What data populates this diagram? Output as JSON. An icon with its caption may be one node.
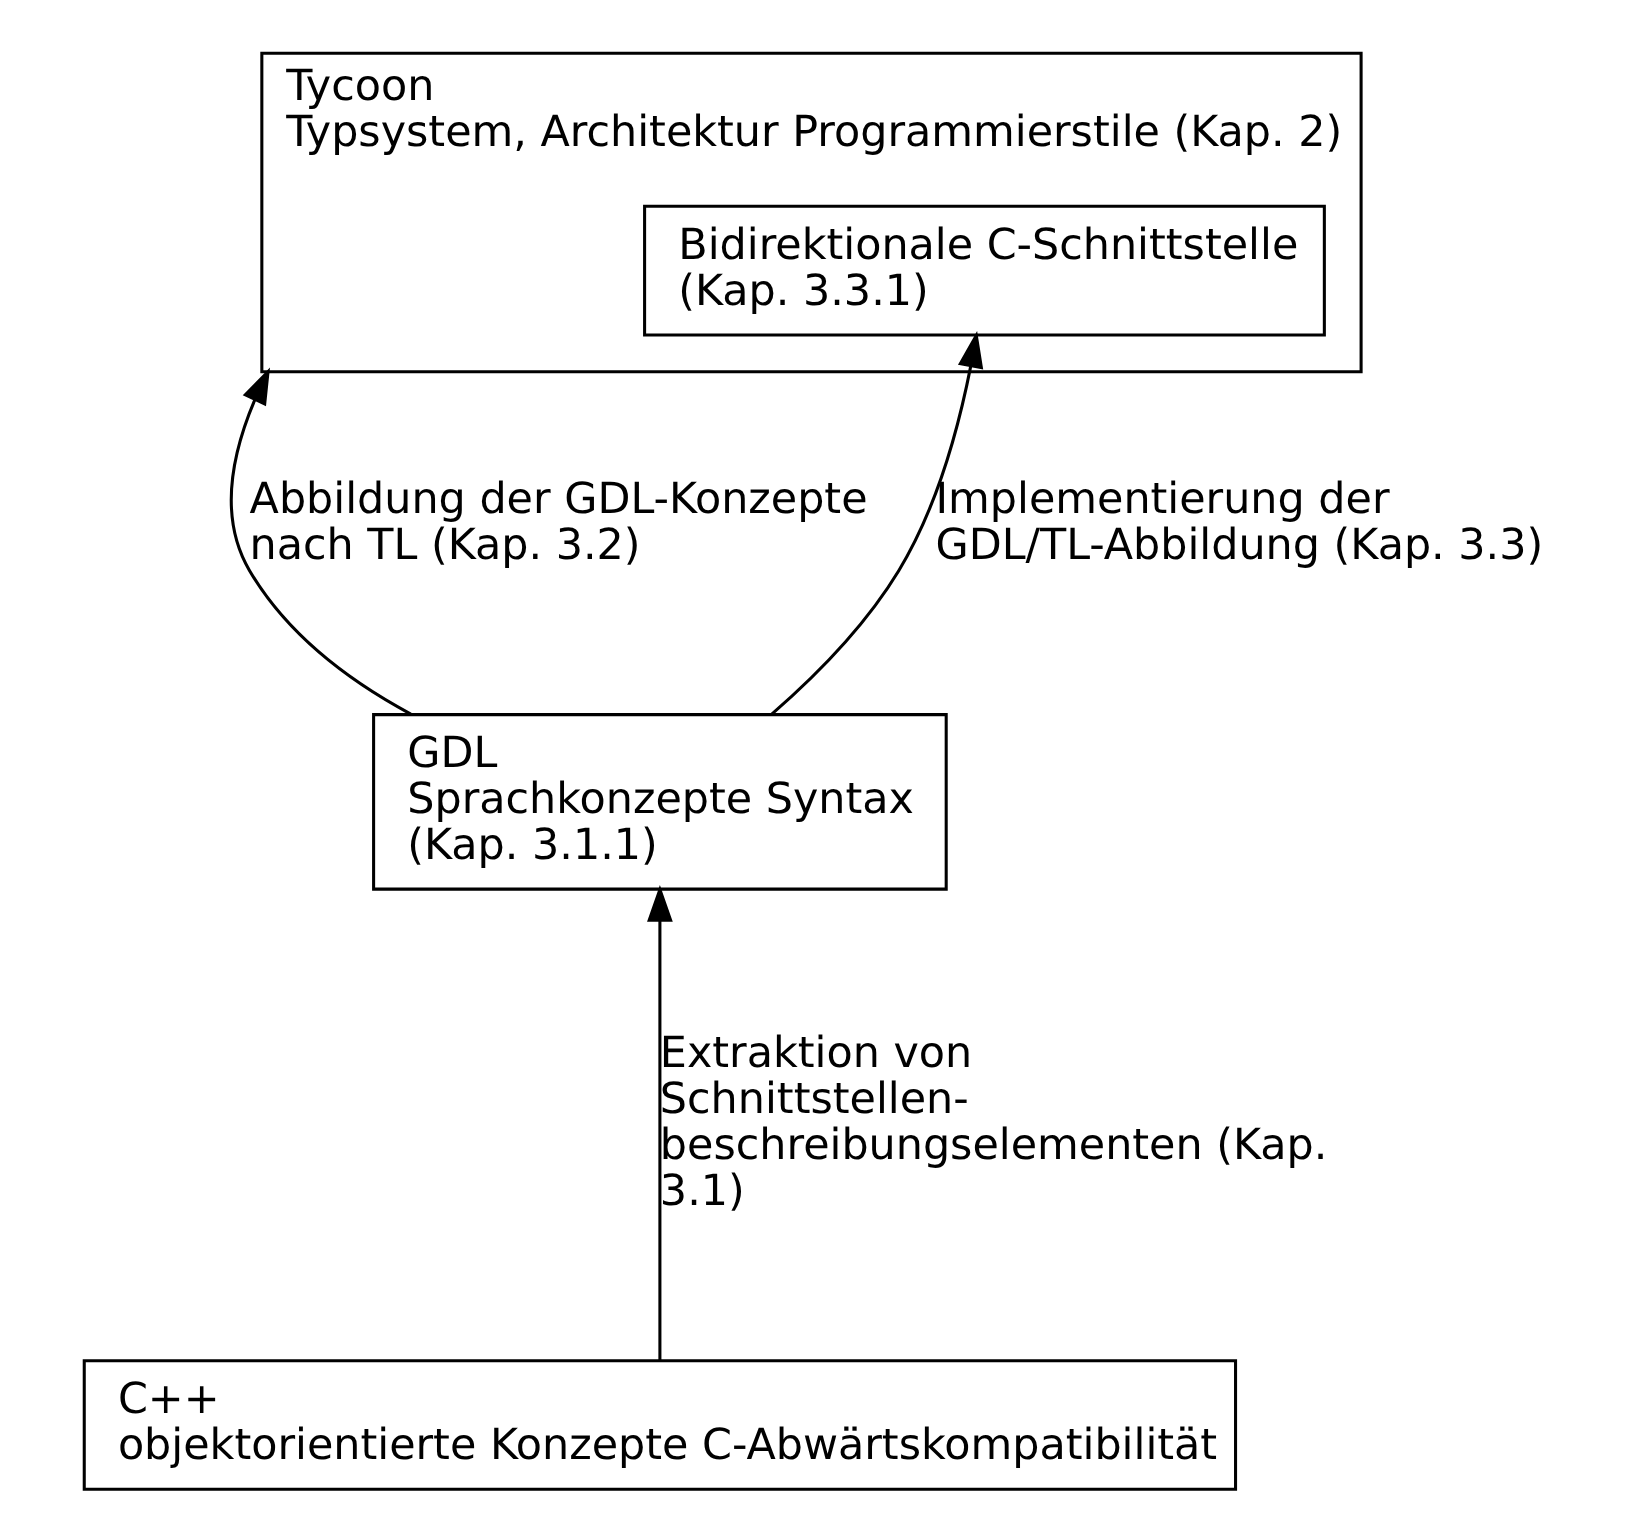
{
  "diagram": {
    "nodes": [
      {
        "text": [
          "Tycoon",
          "Typsystem, Architektur Programmierstile (Kap. 2)"
        ]
      },
      {
        "text": [
          "Bidirektionale C-Schnittstelle",
          "(Kap. 3.3.1)"
        ],
        "in": 0
      },
      {
        "text": [
          "GDL",
          "Sprachkonzepte Syntax",
          "(Kap. 3.1.1)"
        ]
      },
      {
        "text": [
          "C++",
          "objektorientierte Konzepte C-Abwärtskompatibilität"
        ]
      }
    ],
    "edges": [
      {
        "from": 2,
        "to": 0,
        "arrow": "to",
        "label": "Abbildung der GDL-Konzepte nach TL (Kap. 3.2)"
      },
      {
        "from": 2,
        "to": 1,
        "arrow": "to",
        "label": "Implementierung der GDL/TL-Abbildung (Kap. 3.3)"
      },
      {
        "from": 3,
        "to": 2,
        "arrow": "to",
        "label": "Extraktion von Schnittstellen- beschreibungselementen (Kap. 3.1)"
      }
    ]
  }
}
